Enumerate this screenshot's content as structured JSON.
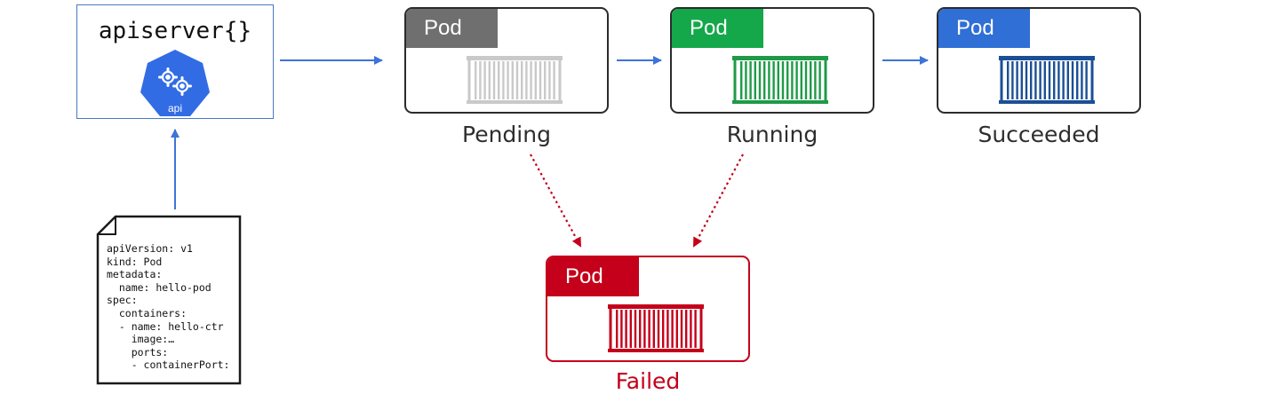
{
  "apiserver": {
    "title": "apiserver{}",
    "logo_text": "api",
    "logo_color": "#326ce5"
  },
  "pods": [
    {
      "id": "pending",
      "label": "Pod",
      "state": "Pending",
      "tab_color": "#6f6f6f",
      "container_color": "#c9c9c9",
      "state_color": "#2e2e2e"
    },
    {
      "id": "running",
      "label": "Pod",
      "state": "Running",
      "tab_color": "#14a84a",
      "container_color": "#1f9a47",
      "state_color": "#2e2e2e"
    },
    {
      "id": "succeeded",
      "label": "Pod",
      "state": "Succeeded",
      "tab_color": "#2f6fd6",
      "container_color": "#1b4f95",
      "state_color": "#2e2e2e"
    },
    {
      "id": "failed",
      "label": "Pod",
      "state": "Failed",
      "tab_color": "#c4001a",
      "container_color": "#c4001a",
      "state_color": "#c4001a"
    }
  ],
  "manifest": {
    "lines": [
      "apiVersion: v1",
      "kind: Pod",
      "metadata:",
      "  name: hello-pod",
      "spec:",
      "  containers:",
      "  - name: hello-ctr",
      "    image:…",
      "    ports:",
      "    - containerPort:"
    ]
  },
  "colors": {
    "flow_arrow": "#3d74d8",
    "fail_arrow": "#c4001a",
    "border": "#2b2b2b"
  }
}
